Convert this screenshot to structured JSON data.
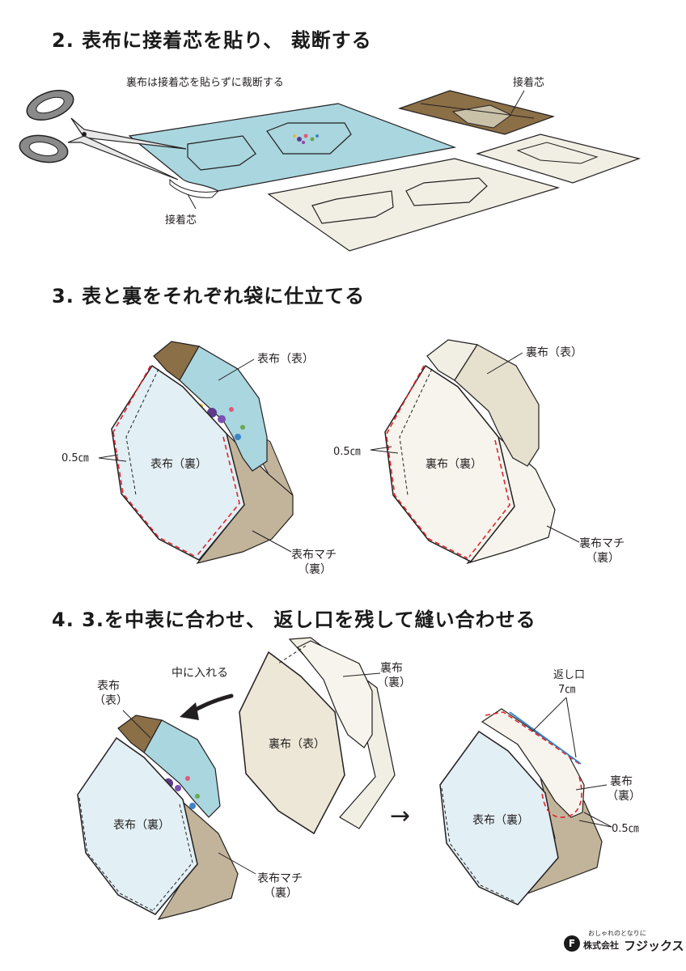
{
  "steps": [
    {
      "title": "2. 表布に接着芯を貼り、 裁断する"
    },
    {
      "title": "3. 表と裏をそれぞれ袋に仕立てる"
    },
    {
      "title": "4. 3.を中表に合わせ、 返し口を残して縫い合わせる"
    }
  ],
  "step2": {
    "note": "裏布は接着芯を貼らずに裁断する",
    "label_interfacing_right": "接着芯",
    "label_interfacing_left": "接着芯"
  },
  "step3": {
    "outer_bag": {
      "front_label": "表布（表）",
      "back_label": "表布（裏）",
      "gusset_line1": "表布マチ",
      "gusset_line2": "（裏）",
      "seam_allowance": "0.5㎝"
    },
    "lining_bag": {
      "front_label": "裏布（表）",
      "back_label": "裏布（裏）",
      "gusset_line1": "裏布マチ",
      "gusset_line2": "（裏）",
      "seam_allowance": "0.5㎝"
    }
  },
  "step4": {
    "insert_label": "中に入れる",
    "outer_front_line1": "表布",
    "outer_front_line2": "（表）",
    "outer_back_label": "表布（裏）",
    "outer_gusset_line1": "表布マチ",
    "outer_gusset_line2": "（裏）",
    "lining_body_label": "裏布（表）",
    "lining_inner_line1": "裏布",
    "lining_inner_line2": "（裏）",
    "arrow_glyph": "→",
    "opening_line1": "返し口",
    "opening_line2": "7㎝",
    "final_outer_label": "表布（裏）",
    "final_lining_line1": "裏布",
    "final_lining_line2": "（裏）",
    "seam_allowance": "0.5㎝"
  },
  "logo": {
    "tagline": "おしゃれのとなりに",
    "company": "株式会社",
    "brand": "フジックス",
    "mark": "F"
  },
  "colors": {
    "outer_fabric": "#a9d6df",
    "outer_wrong_side": "#e2eff4",
    "interfacing": "#8b6f47",
    "gusset": "#c2b49a",
    "lining": "#f1efe4",
    "lining_shade": "#e6e1cf",
    "stitch": "#e0242c",
    "outline": "#231f20"
  }
}
